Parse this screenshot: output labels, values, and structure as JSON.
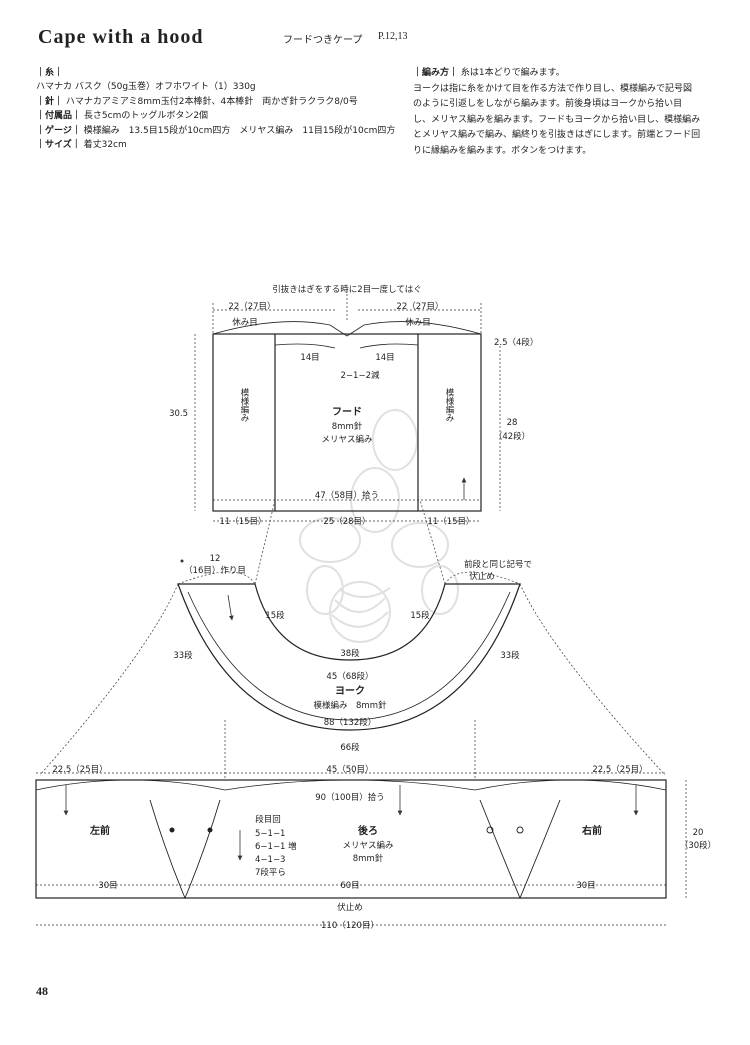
{
  "header": {
    "title": "Cape with a hood",
    "subtitle_jp": "フードつきケープ",
    "pages": "P.12,13"
  },
  "specs": {
    "yarn_label": "｜糸｜",
    "yarn_value": "ハマナカ バスク（50g玉巻）オフホワイト（1）330g",
    "needle_label": "｜針｜",
    "needle_value": "ハマナカアミアミ8mm玉付2本棒針、4本棒針　両かぎ針ラクラク8/0号",
    "notions_label": "｜付属品｜",
    "notions_value": "長さ5cmのトッグルボタン2個",
    "gauge_label": "｜ゲージ｜",
    "gauge_value": "模様編み　13.5目15段が10cm四方　メリヤス編み　11目15段が10cm四方",
    "size_label": "｜サイズ｜",
    "size_value": "着丈32cm"
  },
  "method": {
    "label": "｜編み方｜",
    "intro": "糸は1本どりで編みます。",
    "line1": "ヨークは指に糸をかけて目を作る方法で作り目し、模様編みで記号図",
    "line2": "のように引返しをしながら編みます。前後身頃はヨークから拾い目",
    "line3": "し、メリヤス編みを編みます。フードもヨークから拾い目し、模様編み",
    "line4": "とメリヤス編みで編み、編終りを引抜きはぎにします。前端とフード回",
    "line5": "りに縁編みを編みます。ボタンをつけます。"
  },
  "diagram": {
    "hood": {
      "top_note": "引抜きはぎをする時に2目一度してはぐ",
      "left_width": "22（27目）",
      "right_width": "22（27目）",
      "left_rest": "休み目",
      "right_rest": "休み目",
      "left_inner": "14目",
      "right_inner": "14目",
      "dec": "2−1−2減",
      "top_right": "2.5（4段）",
      "left_height": "30.5",
      "right_height": "28",
      "right_rows": "（42段）",
      "name": "フード",
      "needle": "8mm針",
      "stitch": "メリヤス編み",
      "side_pattern": "模様編み",
      "pickup": "47（58目）拾う",
      "bottom_left": "11（15目）",
      "bottom_center": "25（28目）",
      "bottom_right": "11（15目）"
    },
    "yoke": {
      "cast_on": "12",
      "cast_on_count": "（16目）作り目",
      "bindoff_note1": "前段と同じ記号で",
      "bindoff_note2": "伏止め",
      "left_rows": "15段",
      "right_rows": "15段",
      "outer_left": "33段",
      "outer_right": "33段",
      "inner": "38段",
      "mid": "45（68段）",
      "name": "ヨーク",
      "desc": "模様編み　8mm針",
      "outer": "88（132段）",
      "bottom": "66段"
    },
    "body": {
      "left_top": "22.5（25目）",
      "center_top": "45（50目）",
      "right_top": "22.5（25目）",
      "pickup": "90（100目）拾う",
      "left_front": "左前",
      "back": "後ろ",
      "back_stitch": "メリヤス編み",
      "back_needle": "8mm針",
      "right_front": "右前",
      "height": "20",
      "height_rows": "（30段）",
      "inc_title": "段目回",
      "inc1": "5−1−1",
      "inc2": "6−1−1 増",
      "inc3": "4−1−3",
      "inc4": "7段平ら",
      "bottom_left": "30目",
      "bottom_center": "60目",
      "bottom_right": "30目",
      "bindoff": "伏止め",
      "total": "110（120目）"
    }
  },
  "footer": {
    "page_number": "48"
  }
}
